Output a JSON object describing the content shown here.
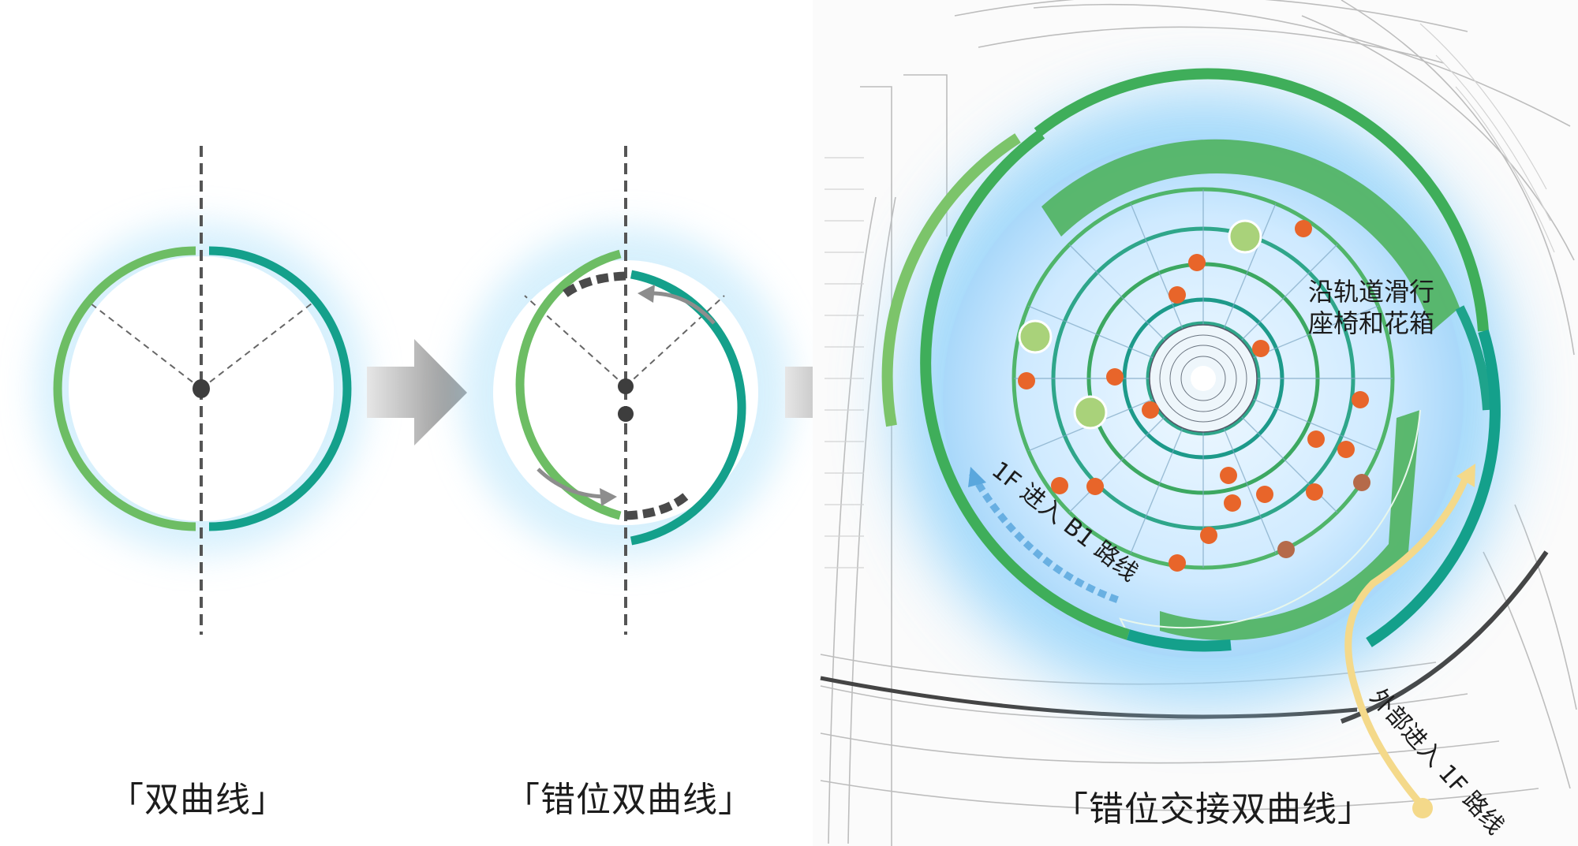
{
  "captions": {
    "step1": "「双曲线」",
    "step2": "「错位双曲线」",
    "step3": "「错位交接双曲线」"
  },
  "labels": {
    "sliding_line1": "沿轨道滑行",
    "sliding_line2": "座椅和花箱",
    "route_b1": "1F 进入 B1 路线",
    "route_1f": "外部进入 1F 路线"
  },
  "colors": {
    "green_light": "#7cc46a",
    "green": "#3fae5a",
    "teal": "#12a08c",
    "glow": "#9fdcfb",
    "dashed": "#555555",
    "arrow_gray": "#9a9a9a",
    "orange_dot": "#e8652a",
    "brown_dot": "#b56a4a",
    "seat_dot": "#a9d27a",
    "route_yellow": "#f4d98a",
    "route_blue": "#5aa7dd"
  }
}
